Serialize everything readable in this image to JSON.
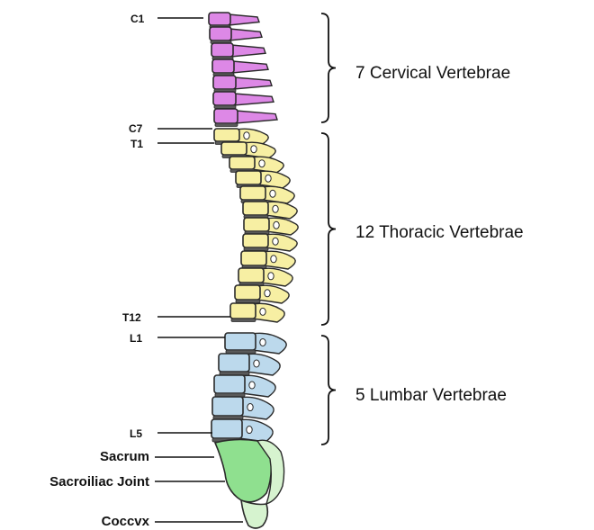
{
  "diagram": {
    "vertebra_labels": {
      "c1": "C1",
      "c7": "C7",
      "t1": "T1",
      "t12": "T12",
      "l1": "L1",
      "l5": "L5"
    },
    "structure_labels": {
      "sacrum": "Sacrum",
      "sacroiliac_joint": "Sacroiliac Joint",
      "coccyx": "Coccvx"
    },
    "regions": {
      "cervical": "7 Cervical Vertebrae",
      "thoracic": "12 Thoracic Vertebrae",
      "lumbar": "5 Lumbar Vertebrae"
    },
    "colors": {
      "cervical": "#dd88e6",
      "thoracic": "#f7efa3",
      "lumbar": "#bcd9ec",
      "sacrum": "#8fe08f",
      "coccyx": "#d6f3cf",
      "disc": "#5a5a5a",
      "outline": "#2a2a2a"
    }
  }
}
